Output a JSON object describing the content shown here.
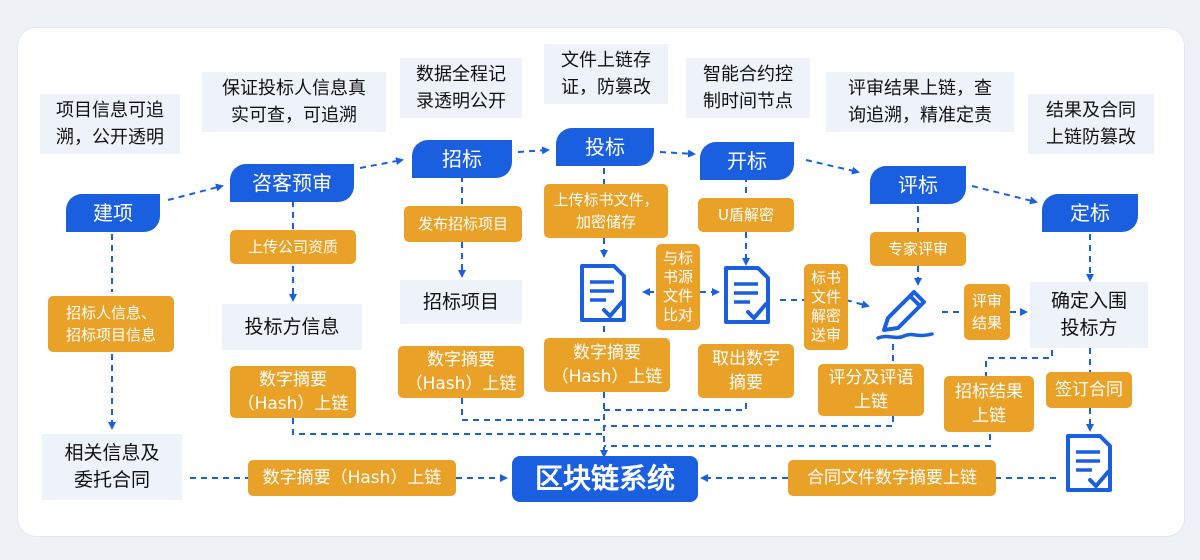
{
  "notes": {
    "project": "项目信息可追\n溯，公开透明",
    "bidder_info": "保证投标人信息真\n实可查，可追溯",
    "record": "数据全程记\n录透明公开",
    "file_chain": "文件上链存\n证，防篡改",
    "contract_time": "智能合约控\n制时间节点",
    "review_result": "评审结果上链，查\n询追溯，精准定责",
    "result_contract": "结果及合同\n上链防篡改"
  },
  "stages": {
    "jianxiang": "建项",
    "zixun": "咨客预审",
    "zhaobiao": "招标",
    "toubiao": "投标",
    "kaibiao": "开标",
    "pingbiao": "评标",
    "dingbiao": "定标"
  },
  "tags": {
    "bidder_project_info": "招标人信息、\n招标项目信息",
    "upload_qualification": "上传公司资质",
    "publish_project": "发布招标项目",
    "upload_bid": "上传标书文件，\n加密储存",
    "ushield": "U盾解密",
    "expert_review": "专家评审",
    "compare": "与标\n书源\n文件\n比对",
    "decrypt_send": "标书\n文件\n解密\n送审",
    "review_result": "评审\n结果",
    "hash_bidder": "数字摘要\n（Hash）上链",
    "hash_project": "数字摘要\n（Hash）上链",
    "hash_bid": "数字摘要\n（Hash）上链",
    "extract_hash": "取出数字\n摘要",
    "score_comment": "评分及评语\n上链",
    "bid_result": "招标结果\n上链",
    "sign_contract": "签订合同",
    "hash_bottom": "数字摘要（Hash）上链",
    "contract_hash": "合同文件数字摘要上链"
  },
  "info": {
    "bidder_info": "投标方信息",
    "project": "招标项目",
    "confirm": "确定入围\n投标方",
    "related": "相关信息及\n委托合同"
  },
  "core": "区块链系统",
  "icons": [
    "document-check-icon",
    "document-check-icon",
    "pen-sign-icon",
    "document-check-icon"
  ],
  "colors": {
    "primary": "#1a5fe0",
    "accent": "#e9a127",
    "note_bg": "#eef2f9"
  }
}
